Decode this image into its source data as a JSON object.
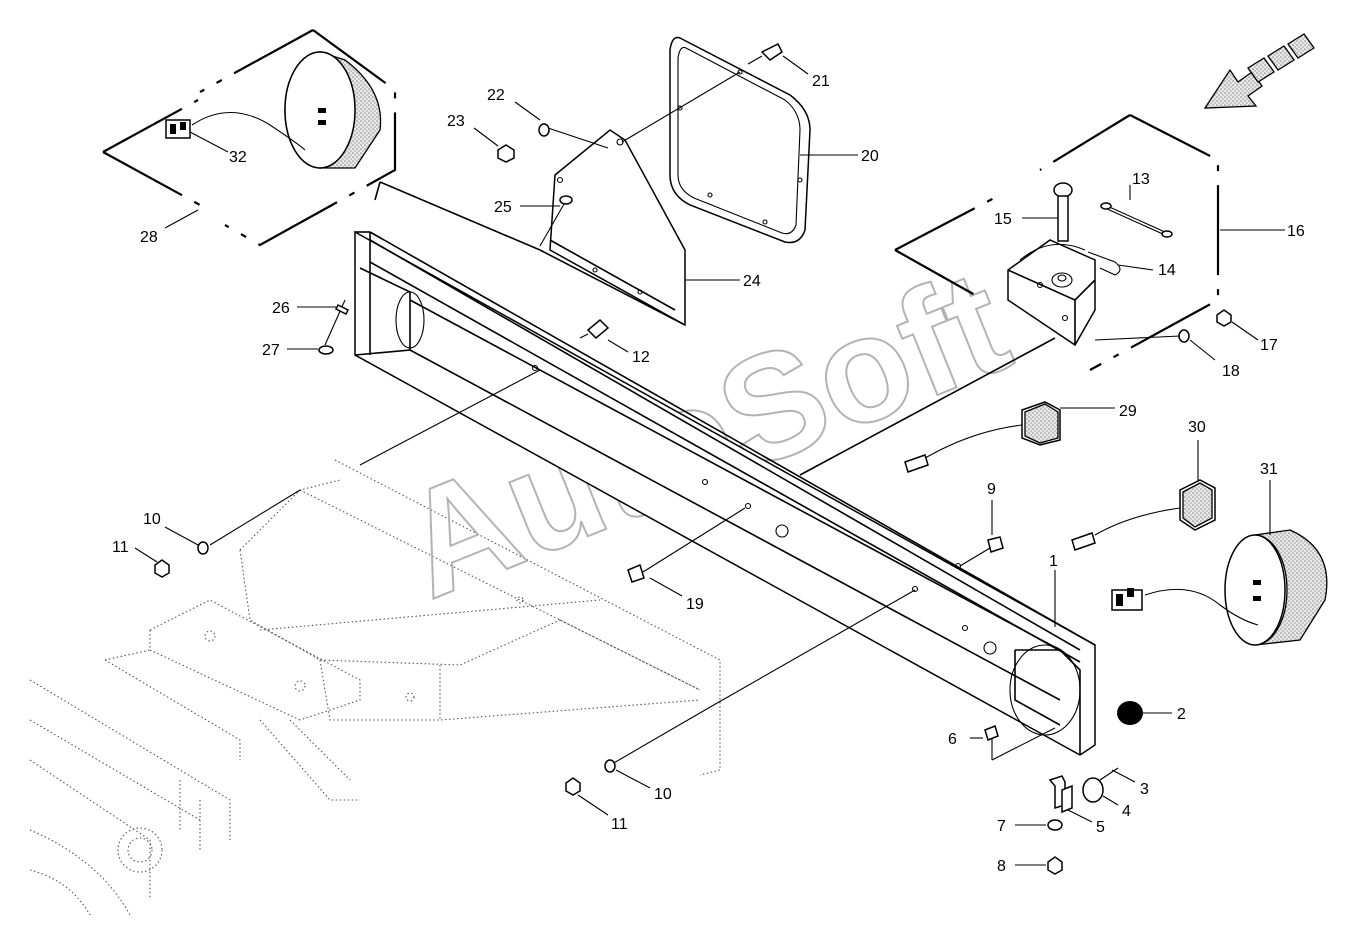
{
  "watermark": "AutoSoft",
  "colors": {
    "line": "#000000",
    "background": "#ffffff",
    "watermark": "#b3b3b3",
    "shading": "#9a9a9a"
  },
  "icons": {
    "direction_arrow": "forward-travel-arrow-icon"
  },
  "callouts": {
    "c1": "1",
    "c2": "2",
    "c3": "3",
    "c4": "4",
    "c5": "5",
    "c6": "6",
    "c7": "7",
    "c8": "8",
    "c9": "9",
    "c10a": "10",
    "c10b": "10",
    "c11a": "11",
    "c11b": "11",
    "c12": "12",
    "c13": "13",
    "c14": "14",
    "c15": "15",
    "c16": "16",
    "c17": "17",
    "c18": "18",
    "c19": "19",
    "c20": "20",
    "c21": "21",
    "c22": "22",
    "c23": "23",
    "c24": "24",
    "c25": "25",
    "c26": "26",
    "c27": "27",
    "c28": "28",
    "c29": "29",
    "c30": "30",
    "c31": "31",
    "c32": "32"
  }
}
